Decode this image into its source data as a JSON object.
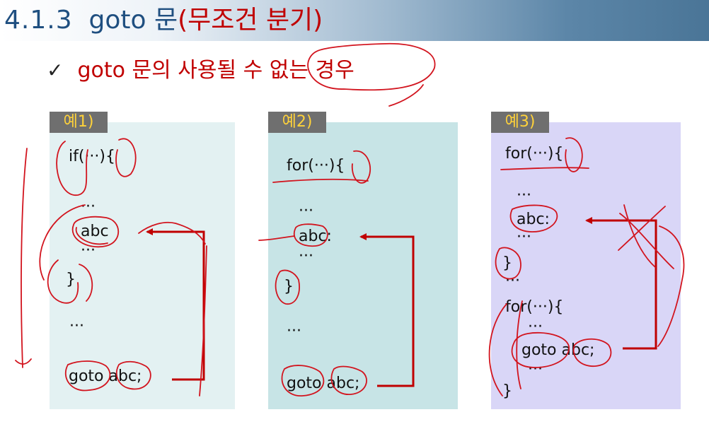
{
  "header": {
    "title_number": "4.1.3",
    "title_main": "goto 문",
    "title_accent": "(무조건 분기)"
  },
  "subtitle": {
    "check_icon": "✓",
    "text": "goto 문의 사용될 수 없는 경우"
  },
  "examples": [
    {
      "label": "예1)",
      "lines": [
        "if(···){",
        "···",
        "abc",
        "···",
        "}",
        "···",
        "goto abc;"
      ],
      "background": "#e3f1f2"
    },
    {
      "label": "예2)",
      "lines": [
        "for(···){",
        "···",
        "abc:",
        "···",
        "}",
        "···",
        "goto abc;"
      ],
      "background": "#c7e4e6"
    },
    {
      "label": "예3)",
      "lines": [
        "for(···){",
        "···",
        "abc:",
        "···",
        "}",
        "···",
        "for(···){",
        "···",
        "goto abc;",
        "···",
        "}"
      ],
      "background": "#d9d6f7"
    }
  ],
  "colors": {
    "title_blue": "#1f4f80",
    "accent_red": "#c00000",
    "label_bg": "#6f6f6f",
    "label_text": "#ffd23a"
  }
}
